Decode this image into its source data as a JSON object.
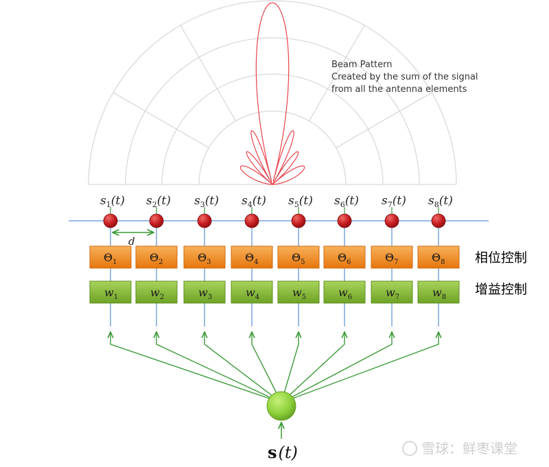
{
  "pattern": {
    "caption_lines": [
      "Beam Pattern",
      "Created by the sum of the signal",
      "from all the antenna elements"
    ]
  },
  "distance_label": "d",
  "side_labels": {
    "phase": "相位控制",
    "gain": "增益控制"
  },
  "source": {
    "symbol": "s",
    "arg": "t"
  },
  "watermark": "雪球：鲜枣课堂",
  "colors": {
    "grid": "#d9d9d9",
    "beam": "#e8424a",
    "baseline": "#5b8fd6",
    "element": "#c0161a",
    "phase_box": "#f28a1e",
    "gain_box": "#8cbd3c",
    "feed": "#3a9a35",
    "source": "#8ed13b"
  },
  "elements": [
    {
      "signal": "s",
      "index": "1",
      "arg": "(t)",
      "phase": "Θ",
      "weight": "w"
    },
    {
      "signal": "s",
      "index": "2",
      "arg": "(t)",
      "phase": "Θ",
      "weight": "w"
    },
    {
      "signal": "s",
      "index": "3",
      "arg": "(t)",
      "phase": "Θ",
      "weight": "w"
    },
    {
      "signal": "s",
      "index": "4",
      "arg": "(t)",
      "phase": "Θ",
      "weight": "w"
    },
    {
      "signal": "s",
      "index": "5",
      "arg": "(t)",
      "phase": "Θ",
      "weight": "w"
    },
    {
      "signal": "s",
      "index": "6",
      "arg": "(t)",
      "phase": "Θ",
      "weight": "w"
    },
    {
      "signal": "s",
      "index": "7",
      "arg": "(t)",
      "phase": "Θ",
      "weight": "w"
    },
    {
      "signal": "s",
      "index": "8",
      "arg": "(t)",
      "phase": "Θ",
      "weight": "w"
    }
  ]
}
